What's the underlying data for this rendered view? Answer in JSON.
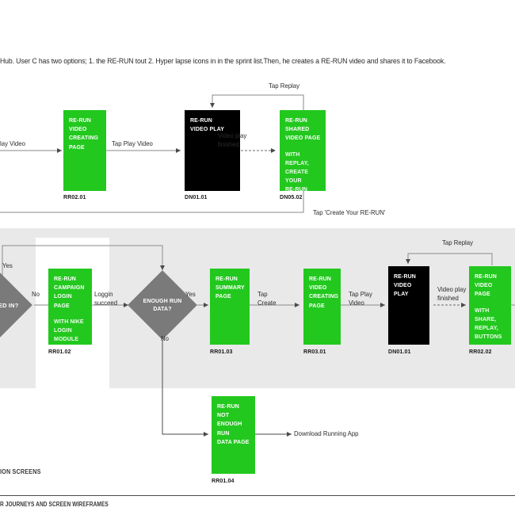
{
  "intro": {
    "text": "Hub. User C has two options; 1. the RE-RUN tout 2. Hyper lapse icons in in the sprint list.Then, he creates a RE-RUN video and shares it to Facebook."
  },
  "colors": {
    "green": "#22c81e",
    "black": "#000000",
    "gray_diamond": "#7a7a7a",
    "band": "#e9e9e9",
    "wire": "#7d7d7d",
    "text": "#231f20"
  },
  "top_flow": {
    "entry_label": "lay Video",
    "nodes": [
      {
        "id": "RR02.01",
        "title": "RE-RUN\nVIDEO\nCREATING\nPAGE",
        "sub": "",
        "fill": "green",
        "code": "RR02.01"
      },
      {
        "id": "DN01.01",
        "title": "RE-RUN\nVIDEO PLAY",
        "sub": "",
        "fill": "black",
        "code": "DN01.01"
      },
      {
        "id": "DN05.02",
        "title": "RE-RUN\nSHARED\nVIDEO PAGE",
        "sub": "WITH REPLAY,\nCREATE YOUR\nRE-RUN\nBUTTONS",
        "fill": "green",
        "code": "DN05.02"
      }
    ],
    "labels": {
      "tap_play_video": "Tap Play Video",
      "video_play_finished": "Video play\nfinished",
      "tap_replay": "Tap Replay",
      "tap_create_your_rerun": "Tap 'Create Your RE-RUN'"
    }
  },
  "bottom_flow": {
    "decision_left": {
      "label": "ED IN?",
      "yes": "Yes",
      "no": "No"
    },
    "decision_mid": {
      "label": "ENOUGH RUN\nDATA?",
      "yes": "Yes",
      "no": "No"
    },
    "nodes": [
      {
        "id": "RR01.02",
        "title": "RE-RUN\nCAMPAIGN\nLOGIN PAGE",
        "sub": "WITH NIKE\nLOGIN\nMODULE",
        "fill": "green",
        "code": "RR01.02"
      },
      {
        "id": "RR01.03",
        "title": "RE-RUN\nSUMMARY\nPAGE",
        "sub": "",
        "fill": "green",
        "code": "RR01.03"
      },
      {
        "id": "RR03.01",
        "title": "RE-RUN\nVIDEO\nCREATING\nPAGE",
        "sub": "",
        "fill": "green",
        "code": "RR03.01"
      },
      {
        "id": "DN01.01b",
        "title": "RE-RUN\nVIDEO PLAY",
        "sub": "",
        "fill": "black",
        "code": "DN01.01"
      },
      {
        "id": "RR02.02",
        "title": "RE-RUN\nVIDEO PAGE",
        "sub": "WITH SHARE,\nREPLAY,\nBUTTONS",
        "fill": "green",
        "code": "RR02.02"
      }
    ],
    "labels": {
      "loggin_succeed": "Loggin\nsucceed",
      "tap_create": "Tap\nCreate",
      "tap_play_video": "Tap Play\nVideo",
      "video_play_finished": "Video play\nfinished",
      "tap_replay": "Tap Replay"
    }
  },
  "not_enough": {
    "node": {
      "id": "RR01.04",
      "title": "RE-RUN NOT\nENOUGH RUN\nDATA PAGE",
      "sub": "",
      "fill": "green",
      "code": "RR01.04"
    },
    "download_label": "Download Running App"
  },
  "footer": {
    "section_note": "ION SCREENS",
    "title": "R JOURNEYS AND SCREEN WIREFRAMES"
  }
}
